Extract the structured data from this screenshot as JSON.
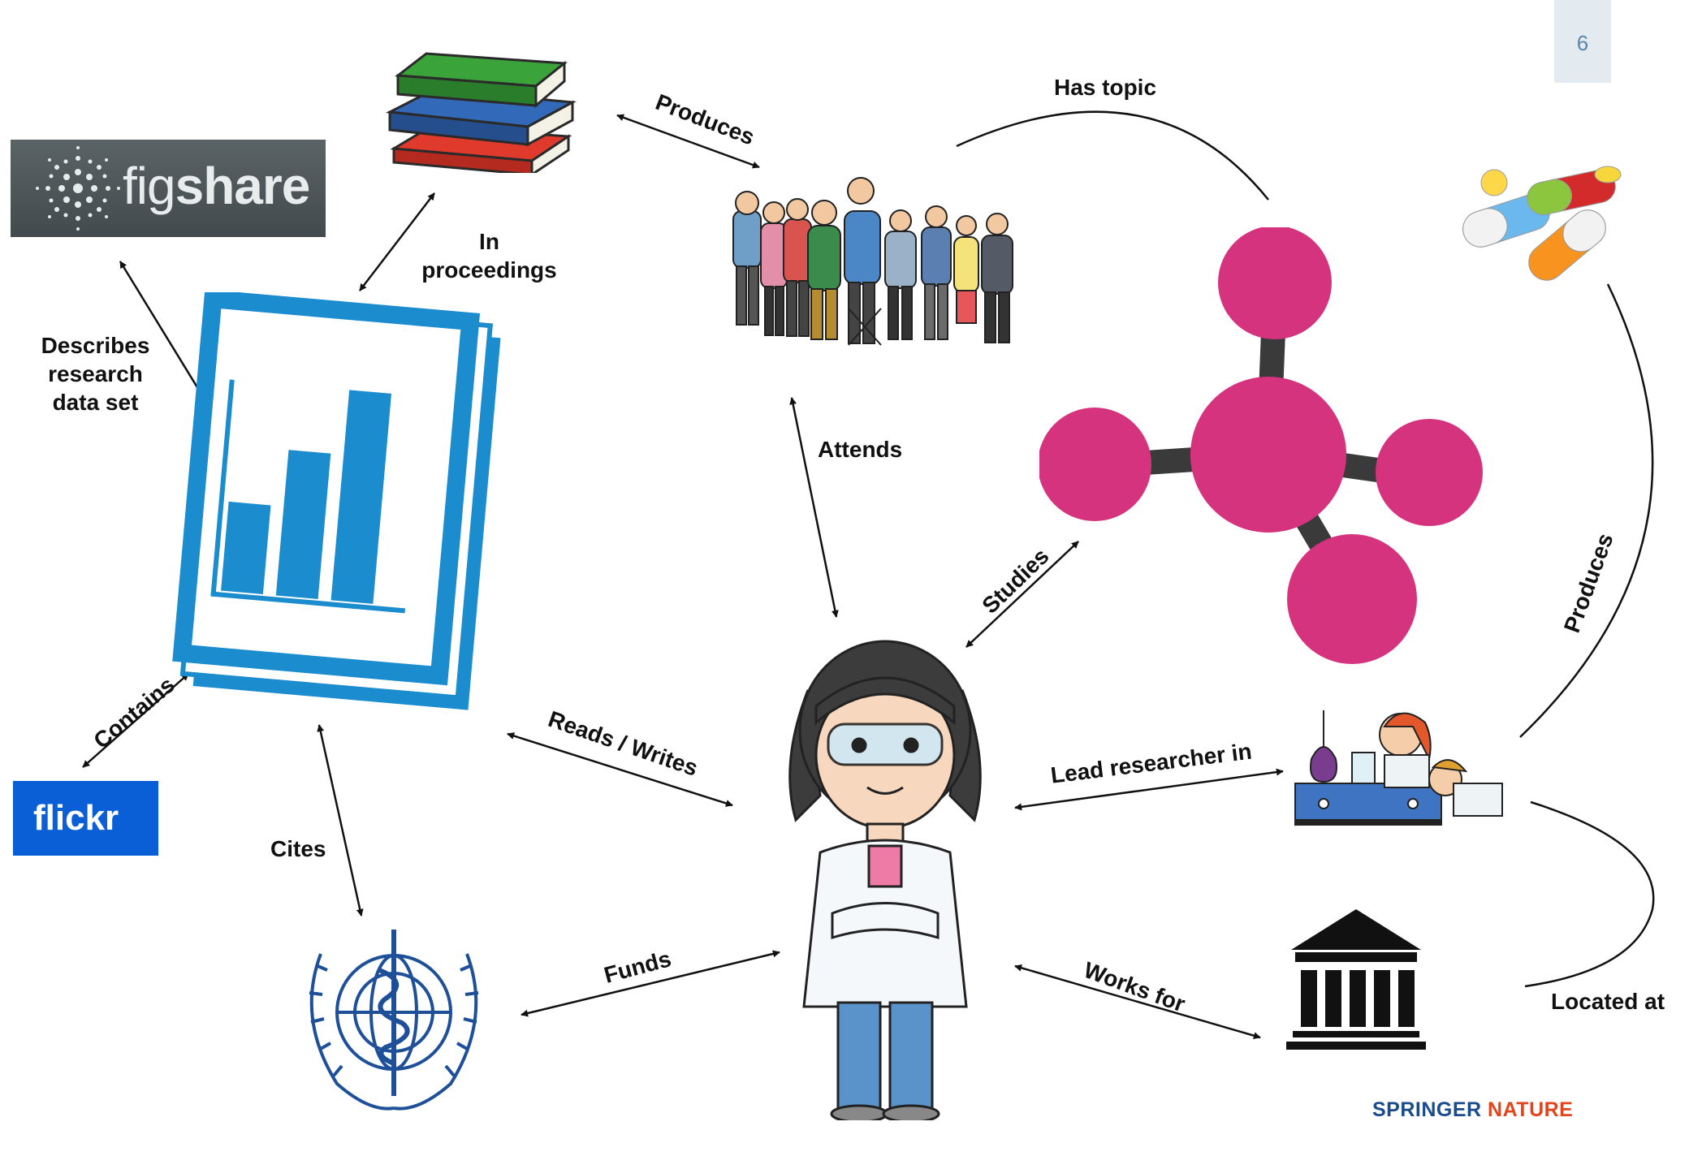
{
  "page_number": "6",
  "logos": {
    "figshare": {
      "prefix": "fig",
      "suffix": "share"
    },
    "flickr": "flickr",
    "springer_nature": {
      "first": "SPRINGER",
      "second": "NATURE"
    }
  },
  "relations": {
    "produces_top": "Produces",
    "has_topic": "Has topic",
    "in_proceedings": [
      "In",
      "proceedings"
    ],
    "describes": [
      "Describes",
      "research",
      "data set"
    ],
    "attends": "Attends",
    "studies": "Studies",
    "produces_right": "Produces",
    "contains": "Contains",
    "reads_writes": "Reads / Writes",
    "lead_researcher_in": "Lead researcher in",
    "cites": "Cites",
    "funds": "Funds",
    "works_for": "Works for",
    "located_at": "Located at"
  },
  "colors": {
    "molecule": "#d6337e",
    "molecule_bond": "#3a3a3a",
    "document": "#1b8ccd",
    "arrow": "#111111"
  },
  "icons": {
    "books": "books-icon",
    "conference": "conference-people-icon",
    "pills": "pills-icon",
    "molecule": "molecule-icon",
    "document": "dataset-document-icon",
    "scientist": "scientist-woman-icon",
    "lab": "laboratory-icon",
    "institution": "institution-building-icon",
    "who": "who-emblem-icon"
  }
}
